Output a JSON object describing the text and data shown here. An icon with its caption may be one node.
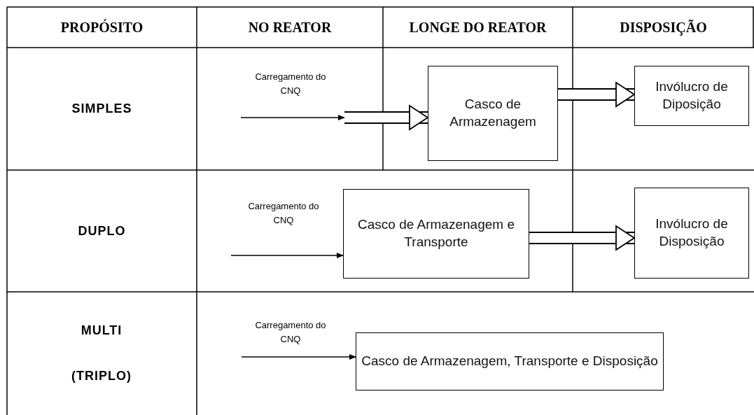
{
  "diagram": {
    "nodes": [
      {
        "text": [
          "Casco de Armazenagem"
        ]
      },
      {
        "text": [
          "Invólucro de Diposição"
        ]
      },
      {
        "text": [
          "Casco de Armazenagem e Transporte"
        ]
      },
      {
        "text": [
          "Invólucro de Disposição"
        ]
      },
      {
        "text": [
          "Casco de Armazenagem, Transporte e Disposição"
        ]
      }
    ],
    "edges": [
      {
        "from": null,
        "to": 0,
        "arrow": "to",
        "label": "Carregamento do CNQ",
        "style": "thick"
      },
      {
        "from": 0,
        "to": 1,
        "arrow": "to",
        "style": "thick"
      },
      {
        "from": null,
        "to": 2,
        "arrow": "to",
        "label": "Carregamento do CNQ"
      },
      {
        "from": 2,
        "to": 3,
        "arrow": "to",
        "style": "thick"
      },
      {
        "from": null,
        "to": 4,
        "arrow": "to",
        "label": "Carregamento do CNQ"
      }
    ],
    "labels": [
      "PROPÓSITO",
      "NO REATOR",
      "LONGE DO REATOR",
      "DISPOSIÇÃO",
      "SIMPLES",
      "DUPLO",
      "MULTI (TRIPLO)"
    ]
  }
}
